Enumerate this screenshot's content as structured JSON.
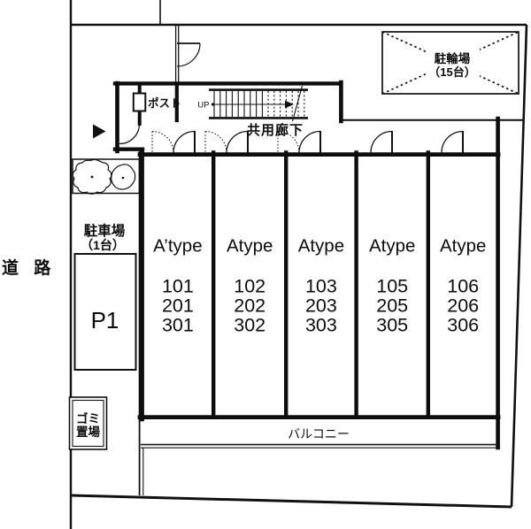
{
  "colors": {
    "line": "#111111",
    "background": "#ffffff"
  },
  "road": {
    "label": "道 路"
  },
  "parking": {
    "name": "駐車場",
    "capacity": "（1台）",
    "space": "P1"
  },
  "trash": {
    "line1": "ゴミ",
    "line2": "置場"
  },
  "bicycle": {
    "name": "駐輪場",
    "capacity": "（15台）"
  },
  "entrance": {
    "mailbox_label": "ポスト"
  },
  "stairs": {
    "up_label": "UP"
  },
  "corridor": {
    "label": "共用廊下"
  },
  "balcony": {
    "label": "バルコニー"
  },
  "units": [
    {
      "type": "A’type",
      "rooms": [
        "101",
        "201",
        "301"
      ]
    },
    {
      "type": "Atype",
      "rooms": [
        "102",
        "202",
        "302"
      ]
    },
    {
      "type": "Atype",
      "rooms": [
        "103",
        "203",
        "303"
      ]
    },
    {
      "type": "Atype",
      "rooms": [
        "105",
        "205",
        "305"
      ]
    },
    {
      "type": "Atype",
      "rooms": [
        "106",
        "206",
        "306"
      ]
    }
  ]
}
